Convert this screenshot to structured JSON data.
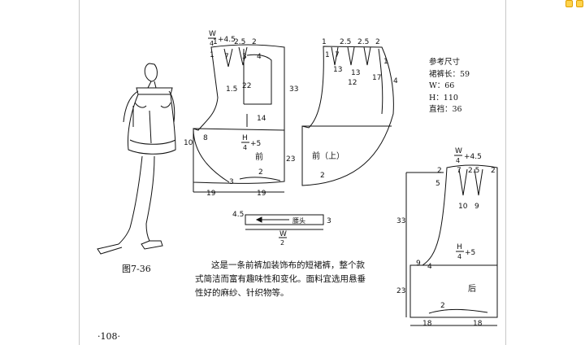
{
  "figure_label": "图7-36",
  "page_number": "·108·",
  "caption": "这是一条前裤加装饰布的短裙裤，整个款式简洁而富有趣味性和变化。面料宜选用悬垂性好的麻纱、针织物等。",
  "reference_sizes": {
    "title": "参考尺寸",
    "items": [
      "裙裤长：59",
      "W：66",
      "H：110",
      "直裆：36"
    ]
  },
  "front_panel": {
    "top_formula": {
      "num": "W",
      "den": "4",
      "suffix": "+4.5"
    },
    "top_marks": [
      "1",
      "2.5",
      "2"
    ],
    "upper_marks": [
      "1",
      "7",
      "3",
      "4"
    ],
    "pocket_marks": [
      "1.5",
      "22",
      "14"
    ],
    "hip_formula": {
      "num": "H",
      "den": "4",
      "suffix": "+5"
    },
    "side_marks": [
      "10",
      "8"
    ],
    "label": "前",
    "height_marks": [
      "33",
      "23"
    ],
    "hem_marks": [
      "3",
      "2"
    ],
    "bottom_marks": [
      "19",
      "19"
    ]
  },
  "front_facing": {
    "label": "前（上）",
    "top_marks": [
      "1",
      "2.5",
      "2.5",
      "2"
    ],
    "upper_marks": [
      "1",
      "7",
      "13",
      "13",
      "12",
      "17",
      "1",
      "4"
    ],
    "hem_mark": "2"
  },
  "waistband": {
    "left_mark": "4.5",
    "direction_label": "腰头",
    "right_mark": "3",
    "width_formula": {
      "num": "W",
      "den": "2"
    }
  },
  "back_panel": {
    "top_formula": {
      "num": "W",
      "den": "4",
      "suffix": "+4.5"
    },
    "top_marks": [
      "2",
      "7",
      "2.5",
      "2"
    ],
    "side_marks": [
      "5",
      "10",
      "9"
    ],
    "hip_formula": {
      "num": "H",
      "den": "4",
      "suffix": "+5"
    },
    "crotch_marks": [
      "9",
      "4"
    ],
    "label": "后",
    "height_marks": [
      "33",
      "23"
    ],
    "hem_mark": "2",
    "bottom_marks": [
      "18",
      "18"
    ]
  }
}
